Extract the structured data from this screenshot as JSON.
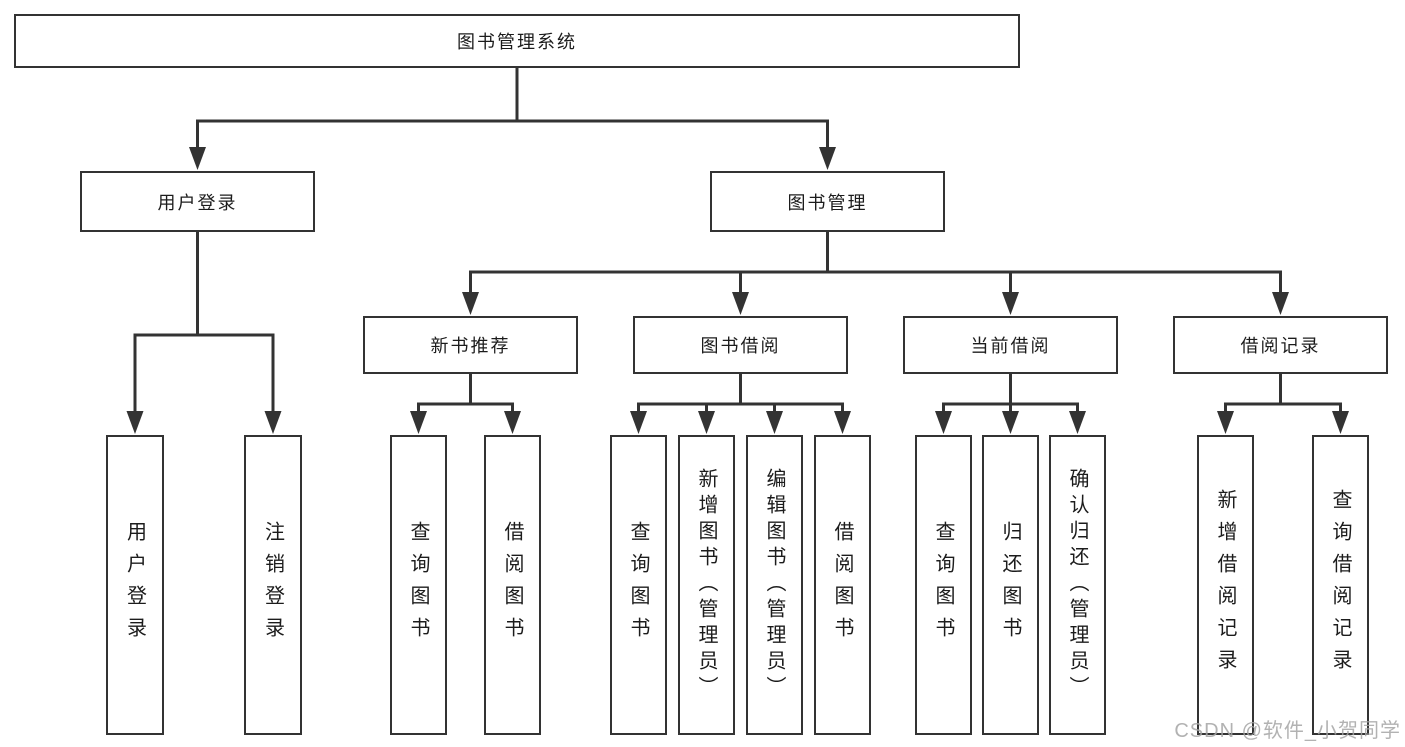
{
  "diagram": {
    "root": {
      "label": "图书管理系统"
    },
    "branches": [
      {
        "label": "用户登录",
        "leaves": [
          "用户登录",
          "注销登录"
        ]
      },
      {
        "label": "图书管理",
        "sections": [
          {
            "label": "新书推荐",
            "leaves": [
              "查询图书",
              "借阅图书"
            ]
          },
          {
            "label": "图书借阅",
            "leaves": [
              "查询图书",
              "新增图书（管理员）",
              "编辑图书（管理员）",
              "借阅图书"
            ]
          },
          {
            "label": "当前借阅",
            "leaves": [
              "查询图书",
              "归还图书",
              "确认归还（管理员）"
            ]
          },
          {
            "label": "借阅记录",
            "leaves": [
              "新增借阅记录",
              "查询借阅记录"
            ]
          }
        ]
      }
    ]
  },
  "colors": {
    "line": "#333333",
    "text": "#1c1c1c",
    "watermark": "#a5a5a5",
    "background": "#ffffff"
  },
  "watermark": {
    "text": "CSDN @软件_小贺同学"
  }
}
